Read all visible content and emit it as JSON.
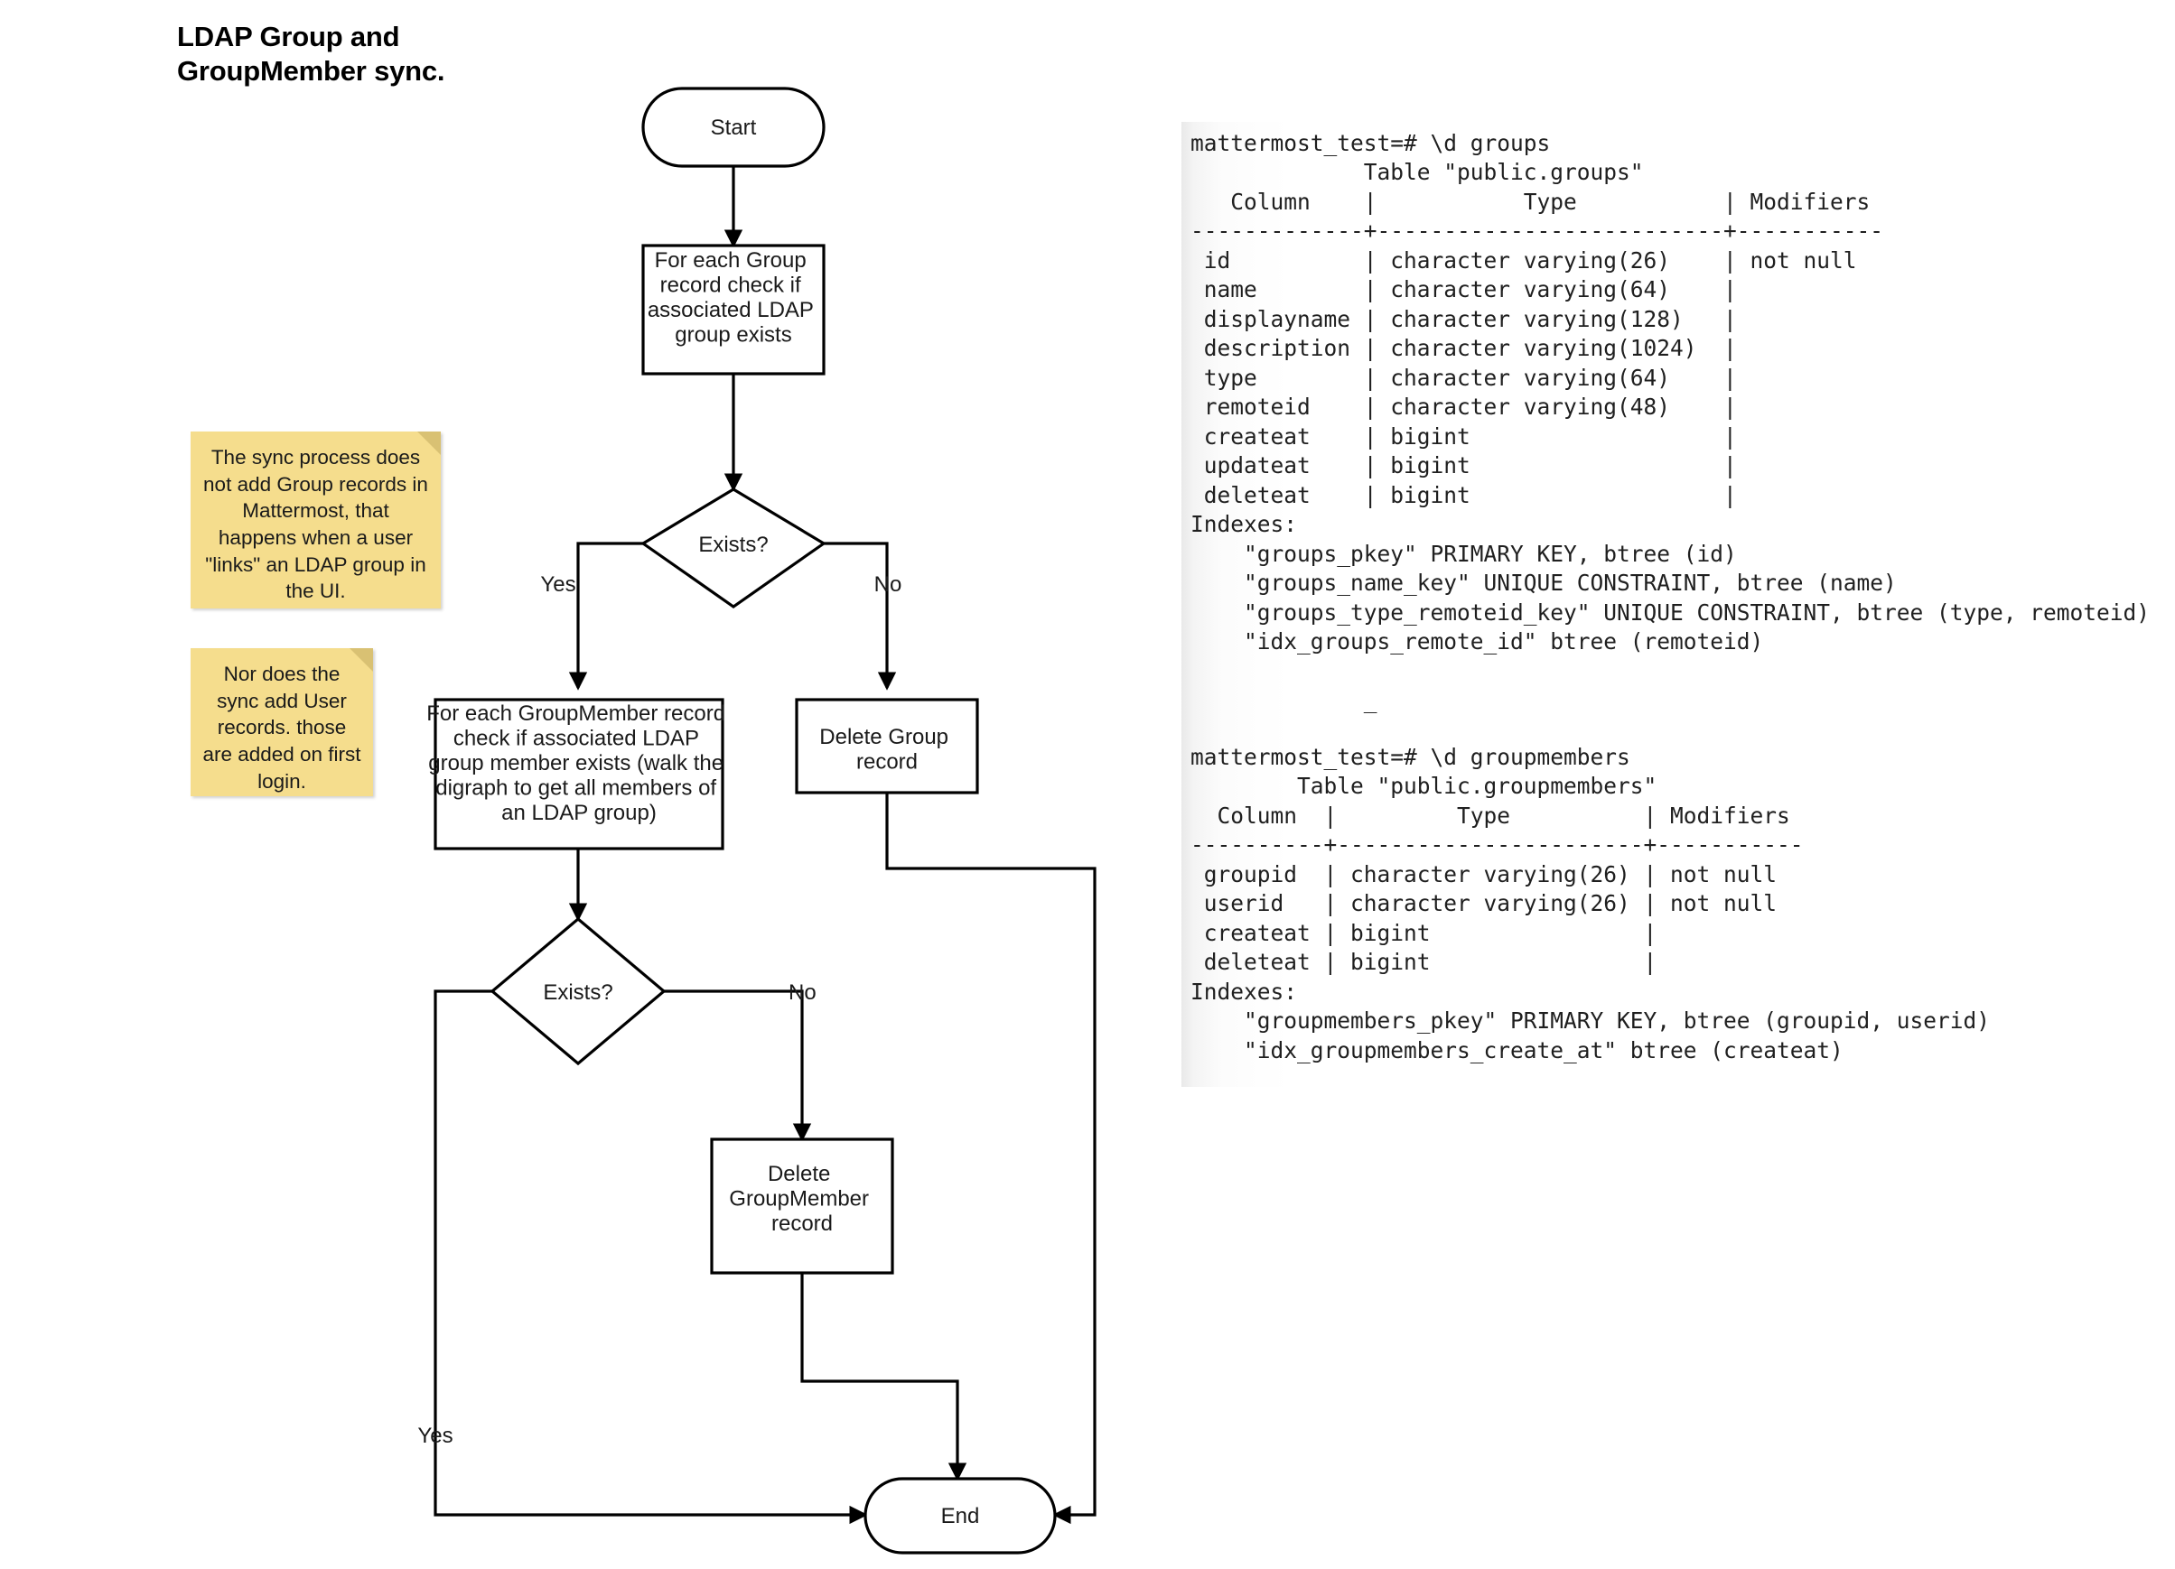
{
  "title": "LDAP Group and\nGroupMember sync.",
  "flowchart": {
    "nodes": {
      "start": "Start",
      "check_group": "For each Group record check if associated LDAP group exists",
      "decision1": "Exists?",
      "check_member": "For each GroupMember record check if associated LDAP group member exists (walk the digraph to get all members of an LDAP group)",
      "delete_group": "Delete Group record",
      "decision2": "Exists?",
      "delete_member": "Delete GroupMember record",
      "end": "End"
    },
    "node_lines": {
      "check_group": [
        "For each Group",
        "record check if",
        "associated LDAP",
        "group exists"
      ],
      "check_member": [
        "For each GroupMember record",
        "check if associated LDAP",
        "group member exists (walk the",
        "digraph to get all members of",
        "an LDAP group)"
      ],
      "delete_group": [
        "Delete Group",
        "record"
      ],
      "delete_member": [
        "Delete",
        "GroupMember",
        "record"
      ]
    },
    "edge_labels": {
      "d1_yes": "Yes",
      "d1_no": "No",
      "d2_no": "No",
      "d2_yes": "Yes"
    }
  },
  "notes": [
    {
      "id": "note-group",
      "text": "The sync process does not add Group records in Mattermost, that happens when a user \"links\" an LDAP group in the UI."
    },
    {
      "id": "note-user",
      "text": "Nor does the sync add User records. those are added on first login."
    }
  ],
  "terminals": [
    {
      "id": "term-groups",
      "prompt": "mattermost_test=# \\d groups",
      "lines": [
        "mattermost_test=# \\d groups",
        "             Table \"public.groups\"",
        "   Column    |           Type           | Modifiers ",
        "-------------+--------------------------+-----------",
        " id          | character varying(26)    | not null",
        " name        | character varying(64)    |",
        " displayname | character varying(128)   |",
        " description | character varying(1024)  |",
        " type        | character varying(64)    |",
        " remoteid    | character varying(48)    |",
        " createat    | bigint                   |",
        " updateat    | bigint                   |",
        " deleteat    | bigint                   |",
        "Indexes:",
        "    \"groups_pkey\" PRIMARY KEY, btree (id)",
        "    \"groups_name_key\" UNIQUE CONSTRAINT, btree (name)",
        "    \"groups_type_remoteid_key\" UNIQUE CONSTRAINT, btree (type, remoteid)",
        "    \"idx_groups_remote_id\" btree (remoteid)",
        "",
        "             _"
      ]
    },
    {
      "id": "term-groupmembers",
      "prompt": "mattermost_test=# \\d groupmembers",
      "lines": [
        "mattermost_test=# \\d groupmembers",
        "        Table \"public.groupmembers\"",
        "  Column  |         Type          | Modifiers ",
        "----------+-----------------------+-----------",
        " groupid  | character varying(26) | not null",
        " userid   | character varying(26) | not null",
        " createat | bigint                |",
        " deleteat | bigint                |",
        "Indexes:",
        "    \"groupmembers_pkey\" PRIMARY KEY, btree (groupid, userid)",
        "    \"idx_groupmembers_create_at\" btree (createat)"
      ]
    }
  ],
  "colors": {
    "note_fill": "#f5dd8d",
    "note_fold": "#d9c173",
    "stroke": "#000000",
    "text": "#1a1a1a",
    "background": "#ffffff"
  }
}
